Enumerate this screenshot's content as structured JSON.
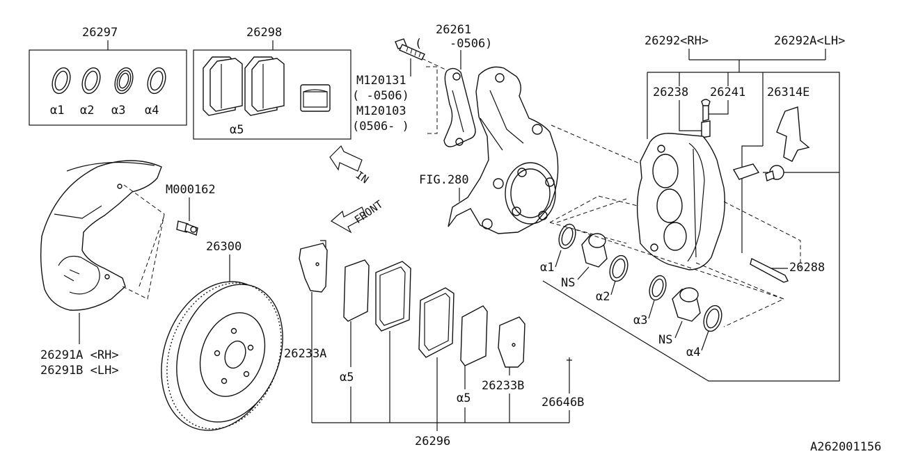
{
  "labels": {
    "p26297": "26297",
    "p26298": "26298",
    "p26261": "26261",
    "p26261_range": "-0506)",
    "p26261_open": "(",
    "m120131": "M120131",
    "m120131_range": "(    -0506)",
    "m120103": "M120103",
    "m120103_range": "(0506-    )",
    "p26292": "26292<RH>",
    "p26292a": "26292A<LH>",
    "p26238": "26238",
    "p26241": "26241",
    "p26314e": "26314E",
    "m000162": "M000162",
    "p26300": "26300",
    "fig280": "FIG.280",
    "p26288": "26288",
    "p26291a": "26291A <RH>",
    "p26291b": "26291B <LH>",
    "p26233a": "26233A",
    "p26233b": "26233B",
    "p26646b": "26646B",
    "p26296": "26296",
    "ns1": "NS",
    "ns2": "NS",
    "front": "FRONT",
    "in": "IN",
    "footer_code": "A262001156"
  },
  "callouts": {
    "a1_box": "α1",
    "a2_box": "α2",
    "a3_box": "α3",
    "a4_box": "α4",
    "a5_box": "α5",
    "a1_main": "α1",
    "a2_main": "α2",
    "a3_main": "α3",
    "a4_main": "α4",
    "a5_left": "α5",
    "a5_right": "α5"
  }
}
